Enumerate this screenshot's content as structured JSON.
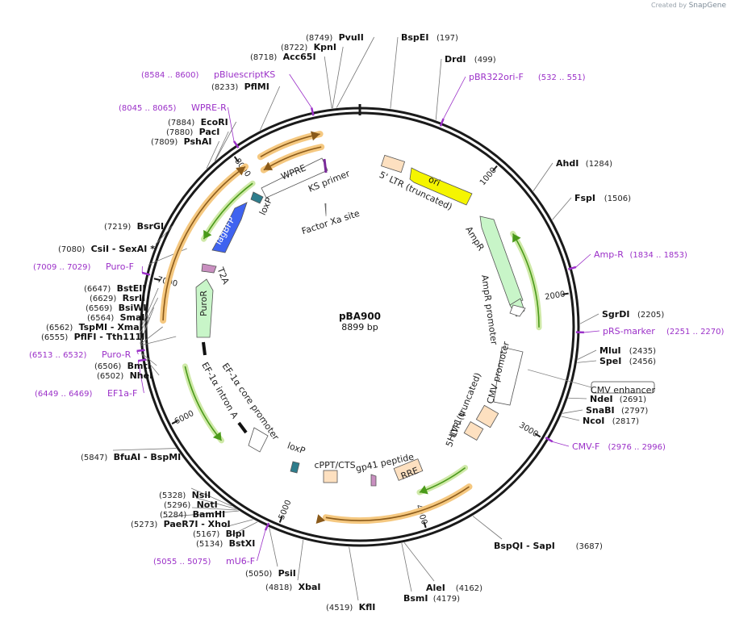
{
  "credit": {
    "prefix": "Created by",
    "brand": "SnapGene"
  },
  "plasmid": {
    "name": "pBA900",
    "size_label": "8899 bp"
  },
  "ticks": [
    {
      "label": "1000",
      "bp": 1000
    },
    {
      "label": "2000",
      "bp": 2000
    },
    {
      "label": "3000",
      "bp": 3000
    },
    {
      "label": "4000",
      "bp": 4000
    },
    {
      "label": "5000",
      "bp": 5000
    },
    {
      "label": "6000",
      "bp": 6000
    },
    {
      "label": "7000",
      "bp": 7000
    },
    {
      "label": "8000",
      "bp": 8000
    }
  ],
  "enzymes": [
    {
      "name": "BspEI",
      "pos": "(197)"
    },
    {
      "name": "DrdI",
      "pos": "(499)"
    },
    {
      "name": "AhdI",
      "pos": "(1284)"
    },
    {
      "name": "FspI",
      "pos": "(1506)"
    },
    {
      "name": "SgrDI",
      "pos": "(2205)"
    },
    {
      "name": "MluI",
      "pos": "(2435)"
    },
    {
      "name": "SpeI",
      "pos": "(2456)"
    },
    {
      "name": "NdeI",
      "pos": "(2691)"
    },
    {
      "name": "SnaBI",
      "pos": "(2797)"
    },
    {
      "name": "NcoI",
      "pos": "(2817)"
    },
    {
      "name": "BspQI  - SapI",
      "pos": "(3687)"
    },
    {
      "name": "AleI",
      "pos": "(4162)"
    },
    {
      "name": "BsmI",
      "pos": "(4179)"
    },
    {
      "name": "KflI",
      "pos": "(4519)"
    },
    {
      "name": "XbaI",
      "pos": "(4818)"
    },
    {
      "name": "PsiI",
      "pos": "(5050)"
    },
    {
      "name": "BstXI",
      "pos": "(5134)"
    },
    {
      "name": "BlpI",
      "pos": "(5167)"
    },
    {
      "name": "PaeR7I  - XhoI",
      "pos": "(5273)"
    },
    {
      "name": "BamHI",
      "pos": "(5284)"
    },
    {
      "name": "NotI",
      "pos": "(5296)"
    },
    {
      "name": "NsiI",
      "pos": "(5328)"
    },
    {
      "name": "BfuAI  - BspMI",
      "pos": "(5847)"
    },
    {
      "name": "NheI",
      "pos": "(6502)"
    },
    {
      "name": "BmtI",
      "pos": "(6506)"
    },
    {
      "name": "PflFI  - Tth111I",
      "pos": "(6555)"
    },
    {
      "name": "TspMI  - XmaI",
      "pos": "(6562)"
    },
    {
      "name": "SmaI",
      "pos": "(6564)"
    },
    {
      "name": "BsiWI",
      "pos": "(6569)"
    },
    {
      "name": "RsrII",
      "pos": "(6629)"
    },
    {
      "name": "BstEII",
      "pos": "(6647)"
    },
    {
      "name": "CsiI  - SexAI *",
      "pos": "(7080)"
    },
    {
      "name": "BsrGI",
      "pos": "(7219)"
    },
    {
      "name": "PshAI",
      "pos": "(7809)"
    },
    {
      "name": "PacI",
      "pos": "(7880)"
    },
    {
      "name": "EcoRI",
      "pos": "(7884)"
    },
    {
      "name": "PflMI",
      "pos": "(8233)"
    },
    {
      "name": "Acc65I",
      "pos": "(8718)"
    },
    {
      "name": "KpnI",
      "pos": "(8722)"
    },
    {
      "name": "PvuII",
      "pos": "(8749)"
    }
  ],
  "primers": [
    {
      "name": "pBR322ori-F",
      "range": "(532 .. 551)"
    },
    {
      "name": "Amp-R",
      "range": "(1834 .. 1853)"
    },
    {
      "name": "pRS-marker",
      "range": "(2251 .. 2270)"
    },
    {
      "name": "CMV-F",
      "range": "(2976 .. 2996)"
    },
    {
      "name": "mU6-F",
      "range": "(5055 .. 5075)"
    },
    {
      "name": "EF1a-F",
      "range": "(6449 .. 6469)"
    },
    {
      "name": "Puro-R",
      "range": "(6513 .. 6532)"
    },
    {
      "name": "Puro-F",
      "range": "(7009 .. 7029)"
    },
    {
      "name": "WPRE-R",
      "range": "(8045 .. 8065)"
    },
    {
      "name": "pBluescriptKS",
      "range": "(8584 .. 8600)"
    }
  ],
  "features": [
    {
      "label": "5' LTR (truncated)"
    },
    {
      "label": "ori"
    },
    {
      "label": "AmpR"
    },
    {
      "label": "AmpR promoter"
    },
    {
      "label": "CMV enhancer"
    },
    {
      "label": "CMV promoter"
    },
    {
      "label": "5' LTR (truncated)"
    },
    {
      "label": "HIV-1 ψ"
    },
    {
      "label": "RRE"
    },
    {
      "label": "gp41 peptide"
    },
    {
      "label": "cPPT/CTS"
    },
    {
      "label": "loxP"
    },
    {
      "label": "EF-1α core promoter"
    },
    {
      "label": "EF-1α intron A"
    },
    {
      "label": "PuroR"
    },
    {
      "label": "T2A"
    },
    {
      "label": "TagBFP"
    },
    {
      "label": "loxP"
    },
    {
      "label": "WPRE"
    },
    {
      "label": "KS primer"
    },
    {
      "label": "Factor Xa site"
    }
  ],
  "colors": {
    "backbone": "#1a1a1a",
    "ori": "#f5f500",
    "marker": "#c8f5c8",
    "ltr": "#fde0c0",
    "tagbfp": "#3f63f0",
    "loxp": "#2e7d8c",
    "t2a": "#c98fc0",
    "orf_arc": "#f5c880",
    "orf_arrow": "#8a5a1a",
    "green_arrow": "#4a9a1a",
    "primer": "#9b30c8"
  }
}
